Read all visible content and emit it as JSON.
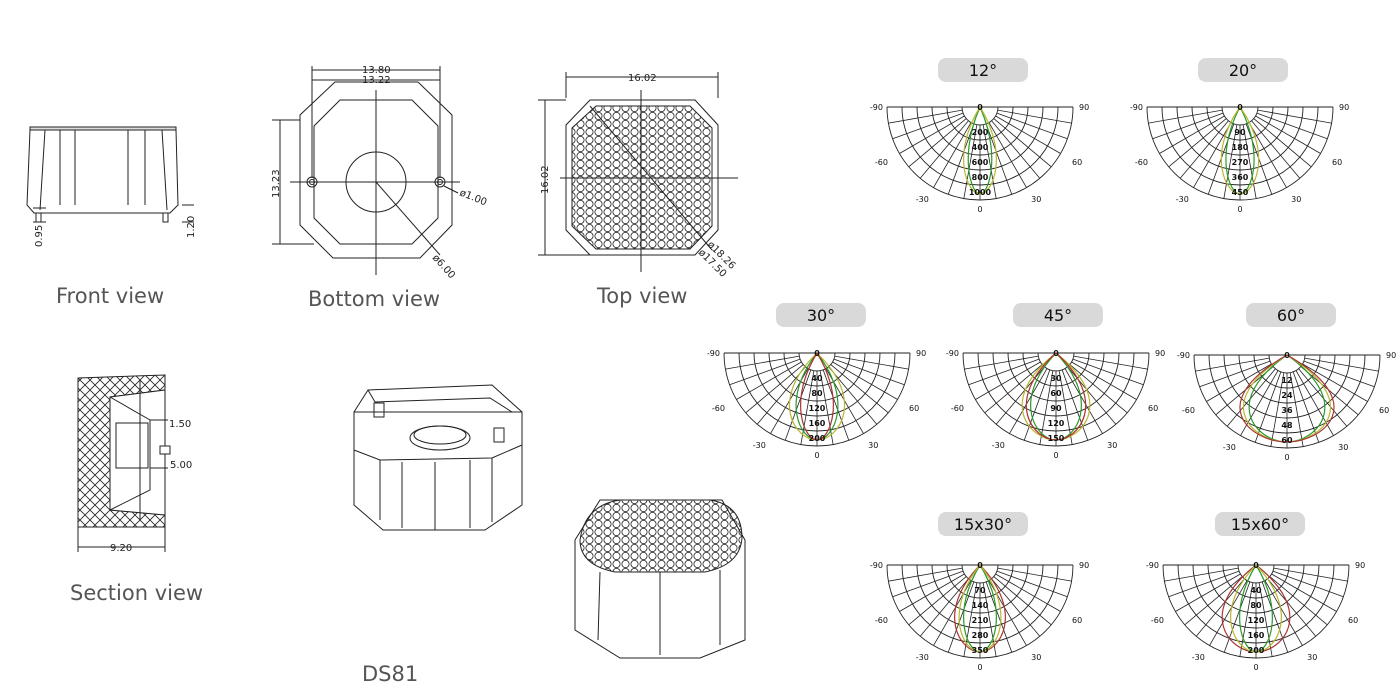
{
  "captions": {
    "front": "Front view",
    "bottom": "Bottom view",
    "top": "Top view",
    "section": "Section view",
    "model": "DS81"
  },
  "dimensions": {
    "front_left": "0.95",
    "front_right": "1.20",
    "bottom_width_outer": "13.80",
    "bottom_width_inner": "13.22",
    "bottom_height": "13.23",
    "bottom_hole": "ø1.00",
    "bottom_center": "ø6.00",
    "top_width": "16.02",
    "top_height": "16.02",
    "top_outer_dia": "ø18.26",
    "top_inner_dia": "ø17.50",
    "section_a": "1.50",
    "section_b": "5.00",
    "section_w": "9.20"
  },
  "polar_common": {
    "left_label": "-90",
    "right_label": "90",
    "mid_left": "-60",
    "mid_right": "60",
    "low_left": "-30",
    "low_right": "30",
    "bottom_label": "0"
  },
  "polar_charts": [
    {
      "title": "12°",
      "values": [
        "0",
        "200",
        "400",
        "600",
        "800",
        "1000"
      ]
    },
    {
      "title": "20°",
      "values": [
        "0",
        "90",
        "180",
        "270",
        "360",
        "450"
      ]
    },
    {
      "title": "30°",
      "values": [
        "0",
        "40",
        "80",
        "120",
        "160",
        "200"
      ]
    },
    {
      "title": "45°",
      "values": [
        "0",
        "30",
        "60",
        "90",
        "120",
        "150"
      ]
    },
    {
      "title": "60°",
      "values": [
        "0",
        "12",
        "24",
        "36",
        "48",
        "60"
      ]
    },
    {
      "title": "15x30°",
      "values": [
        "0",
        "70",
        "140",
        "210",
        "280",
        "350"
      ]
    },
    {
      "title": "15x60°",
      "values": [
        "0",
        "40",
        "80",
        "120",
        "160",
        "200"
      ]
    }
  ]
}
